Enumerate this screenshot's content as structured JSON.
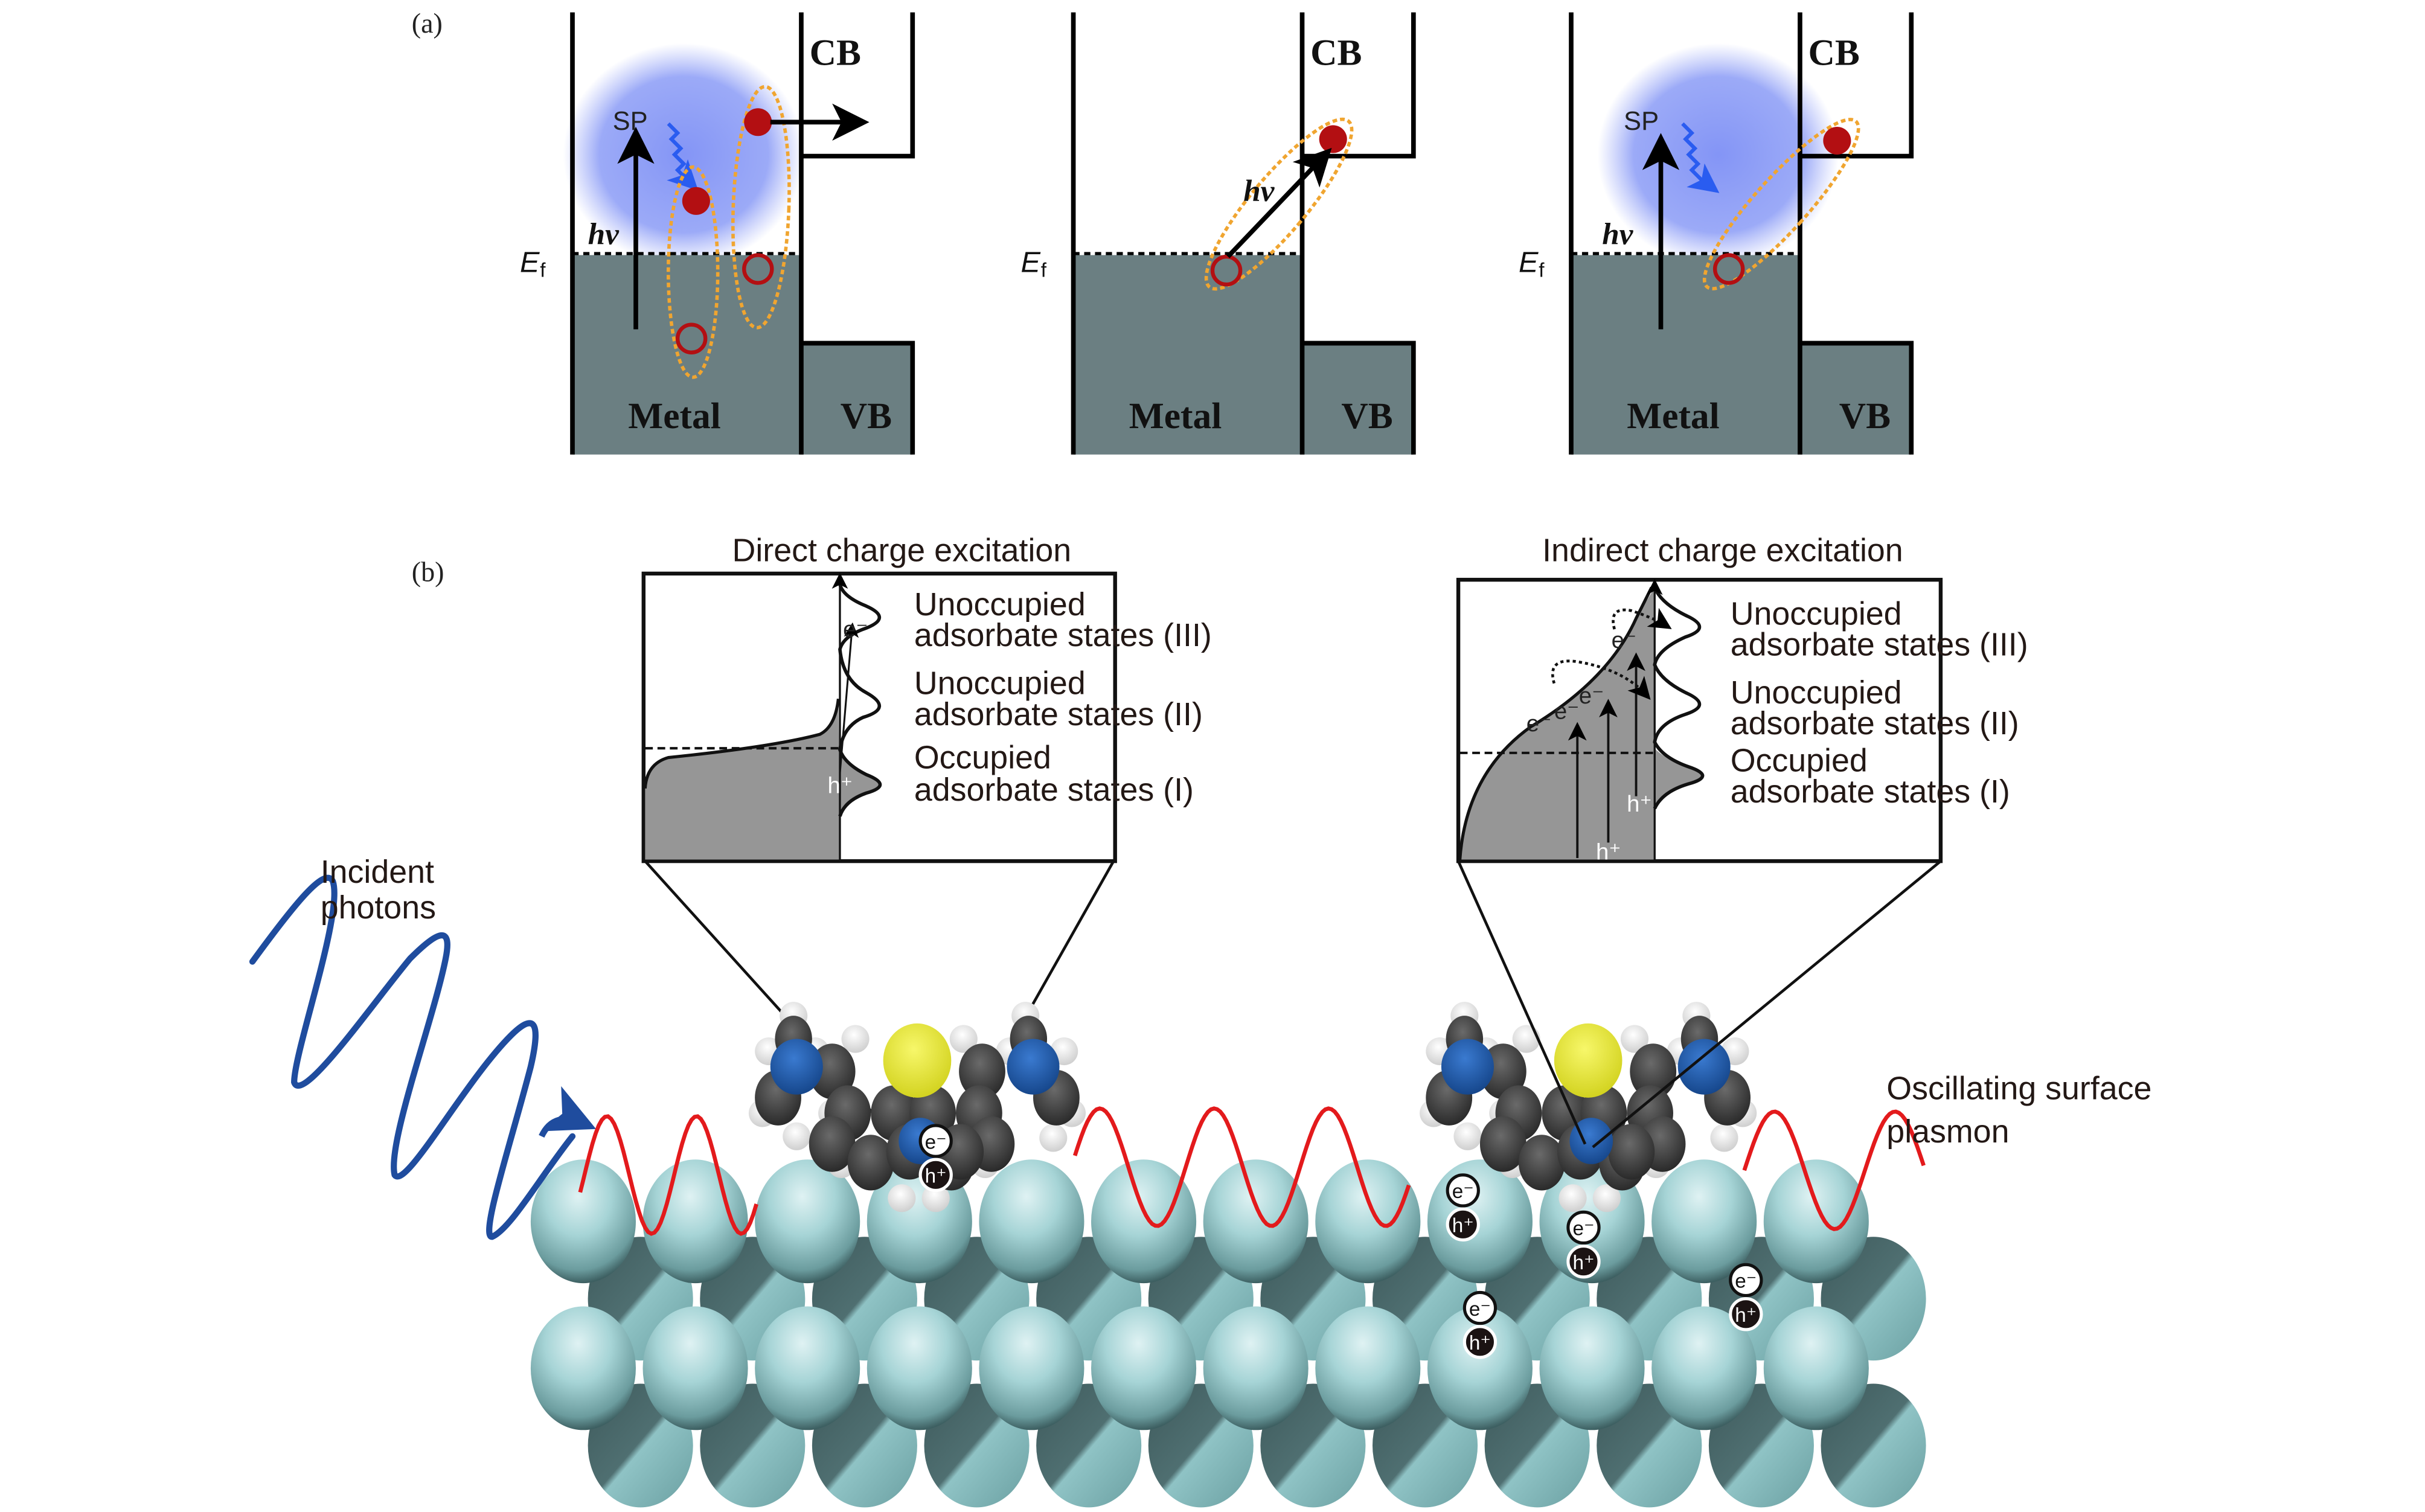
{
  "panel_a": {
    "label": "(a)",
    "diagrams": [
      {
        "id": "plasmon-mediated",
        "metal": "Metal",
        "vb": "VB",
        "cb": "CB",
        "fermi": "E",
        "fermi_sub": "f",
        "hv": "hv",
        "sp": "SP",
        "has_sp": true
      },
      {
        "id": "direct-transfer",
        "metal": "Metal",
        "vb": "VB",
        "cb": "CB",
        "fermi": "E",
        "fermi_sub": "f",
        "hv": "hv",
        "sp": "",
        "has_sp": false
      },
      {
        "id": "plasmon-induced",
        "metal": "Metal",
        "vb": "VB",
        "cb": "CB",
        "fermi": "E",
        "fermi_sub": "f",
        "hv": "hv",
        "sp": "SP",
        "has_sp": true
      }
    ]
  },
  "panel_b": {
    "label": "(b)",
    "direct": {
      "title": "Direct charge excitation",
      "states": [
        "Unoccupied",
        "adsorbate states (III)",
        "Unoccupied",
        "adsorbate states (II)",
        "Occupied",
        "adsorbate states (I)"
      ],
      "electron": "e⁻",
      "hole": "h⁺"
    },
    "indirect": {
      "title": "Indirect charge excitation",
      "states": [
        "Unoccupied",
        "adsorbate states (III)",
        "Unoccupied",
        "adsorbate states (II)",
        "Occupied",
        "adsorbate states (I)"
      ],
      "electron": "e⁻",
      "hole": "h⁺"
    },
    "incident_label": [
      "Incident",
      "photons"
    ],
    "plasmon_label": [
      "Oscillating surface",
      "plasmon"
    ],
    "pair_electron": "e⁻",
    "pair_hole": "h⁺"
  },
  "colors": {
    "metal_fill": "#6b7f82",
    "plasmon_cloud": "#7d8ff5",
    "electron_dot": "#b30f12",
    "ellipse_dash": "#f0a530",
    "photon_wave": "#1f4c9e",
    "plasmon_wave": "#e31a1c",
    "dos_fill": "#969696",
    "atom_light": "#a9d7d9",
    "atom_dark": "#3e5a5c",
    "carbon": "#3a3a3a",
    "nitrogen": "#1f5db0",
    "sulfur": "#ecec3a",
    "hydrogen": "#f4f4f4"
  }
}
